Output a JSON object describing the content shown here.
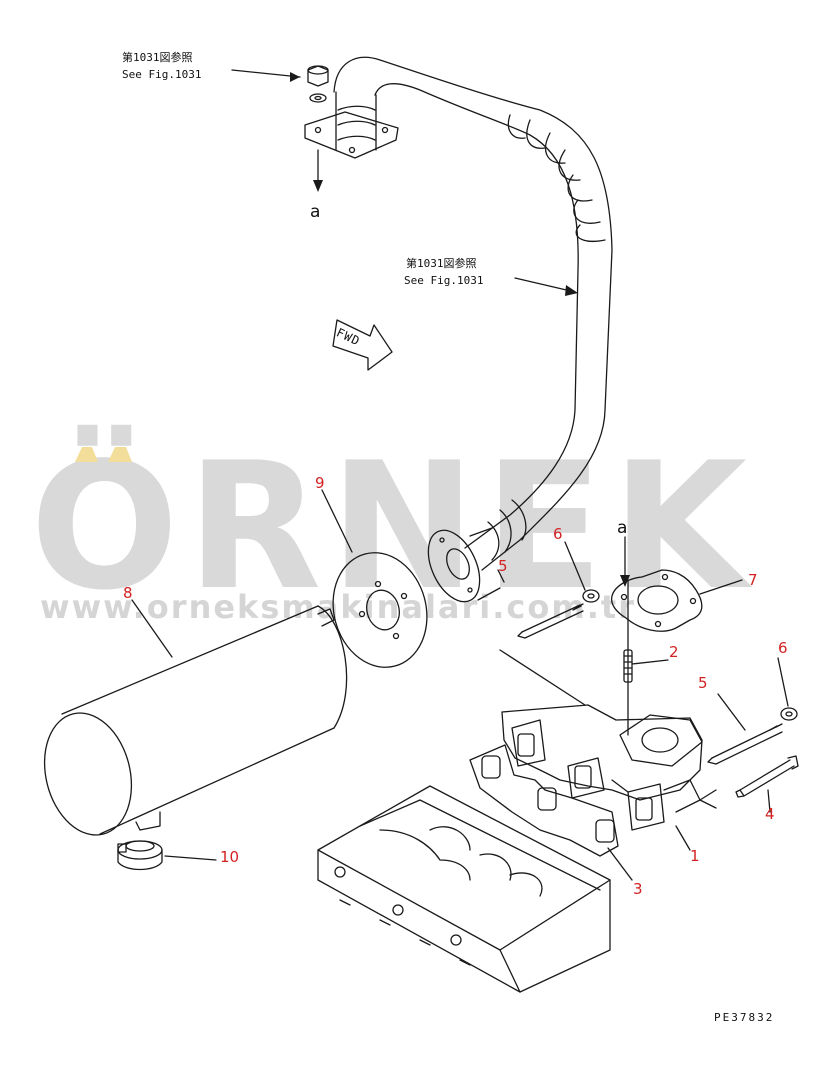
{
  "watermark": {
    "brand": "ÖRNEK",
    "url": "www.orneksmakinalari.com.tr",
    "colors": {
      "text": "#d9d9d9",
      "accent": "#f2dd9a"
    }
  },
  "notes": {
    "ref_top_line1": "第1031図参照",
    "ref_top_line2": "See Fig.1031",
    "ref_mid_line1": "第1031図参照",
    "ref_mid_line2": "See Fig.1031"
  },
  "labels": {
    "a_top": "a",
    "a_right": "a",
    "fwd": "FWD"
  },
  "parts": {
    "p1": "1",
    "p2": "2",
    "p3": "3",
    "p4": "4",
    "p5a": "5",
    "p5b": "5",
    "p6a": "6",
    "p6b": "6",
    "p7": "7",
    "p8": "8",
    "p9": "9",
    "p10": "10"
  },
  "drawing_code": "PE37832",
  "colors": {
    "line": "#1a1a1a",
    "part_number": "#d22222"
  }
}
